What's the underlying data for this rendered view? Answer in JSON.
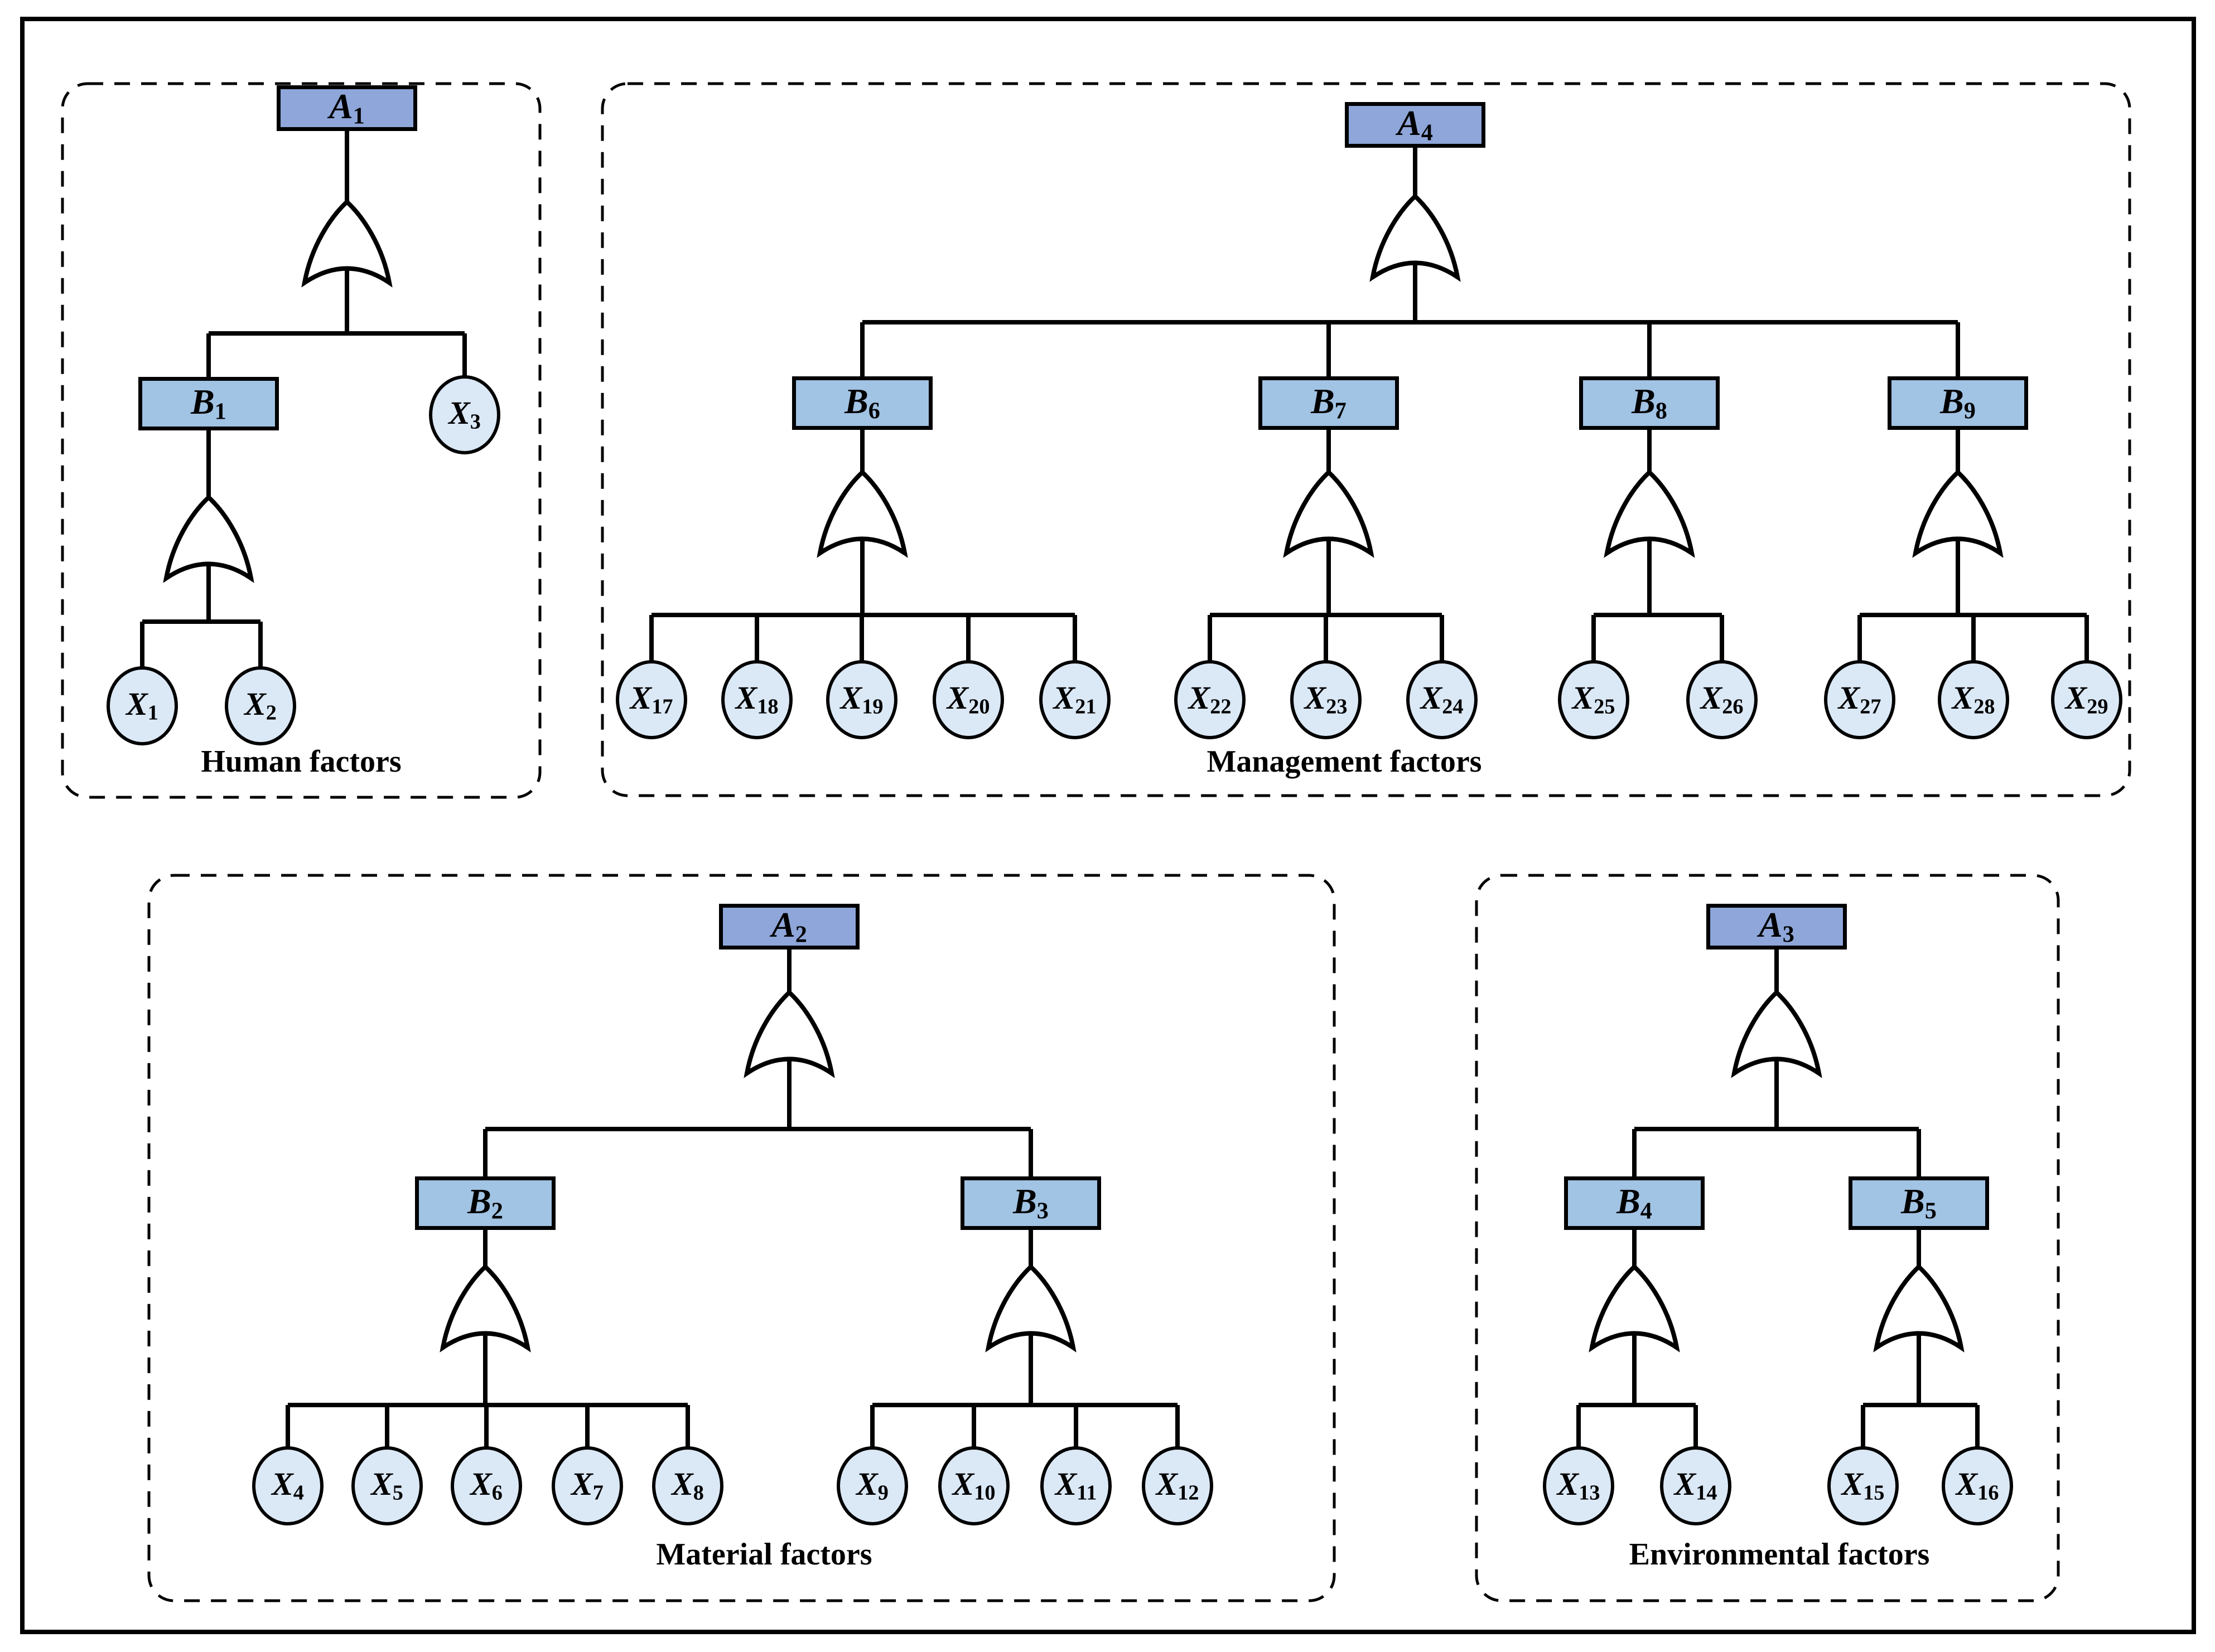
{
  "sections": {
    "human": {
      "label": "Human factors"
    },
    "management": {
      "label": "Management factors"
    },
    "material": {
      "label": "Material factors"
    },
    "environmental": {
      "label": "Environmental factors"
    }
  },
  "nodes": {
    "A1": {
      "main": "A",
      "sub": "1"
    },
    "A2": {
      "main": "A",
      "sub": "2"
    },
    "A3": {
      "main": "A",
      "sub": "3"
    },
    "A4": {
      "main": "A",
      "sub": "4"
    },
    "B1": {
      "main": "B",
      "sub": "1"
    },
    "B2": {
      "main": "B",
      "sub": "2"
    },
    "B3": {
      "main": "B",
      "sub": "3"
    },
    "B4": {
      "main": "B",
      "sub": "4"
    },
    "B5": {
      "main": "B",
      "sub": "5"
    },
    "B6": {
      "main": "B",
      "sub": "6"
    },
    "B7": {
      "main": "B",
      "sub": "7"
    },
    "B8": {
      "main": "B",
      "sub": "8"
    },
    "B9": {
      "main": "B",
      "sub": "9"
    },
    "X1": {
      "main": "X",
      "sub": "1"
    },
    "X2": {
      "main": "X",
      "sub": "2"
    },
    "X3": {
      "main": "X",
      "sub": "3"
    },
    "X4": {
      "main": "X",
      "sub": "4"
    },
    "X5": {
      "main": "X",
      "sub": "5"
    },
    "X6": {
      "main": "X",
      "sub": "6"
    },
    "X7": {
      "main": "X",
      "sub": "7"
    },
    "X8": {
      "main": "X",
      "sub": "8"
    },
    "X9": {
      "main": "X",
      "sub": "9"
    },
    "X10": {
      "main": "X",
      "sub": "10"
    },
    "X11": {
      "main": "X",
      "sub": "11"
    },
    "X12": {
      "main": "X",
      "sub": "12"
    },
    "X13": {
      "main": "X",
      "sub": "13"
    },
    "X14": {
      "main": "X",
      "sub": "14"
    },
    "X15": {
      "main": "X",
      "sub": "15"
    },
    "X16": {
      "main": "X",
      "sub": "16"
    },
    "X17": {
      "main": "X",
      "sub": "17"
    },
    "X18": {
      "main": "X",
      "sub": "18"
    },
    "X19": {
      "main": "X",
      "sub": "19"
    },
    "X20": {
      "main": "X",
      "sub": "20"
    },
    "X21": {
      "main": "X",
      "sub": "21"
    },
    "X22": {
      "main": "X",
      "sub": "22"
    },
    "X23": {
      "main": "X",
      "sub": "23"
    },
    "X24": {
      "main": "X",
      "sub": "24"
    },
    "X25": {
      "main": "X",
      "sub": "25"
    },
    "X26": {
      "main": "X",
      "sub": "26"
    },
    "X27": {
      "main": "X",
      "sub": "27"
    },
    "X28": {
      "main": "X",
      "sub": "28"
    },
    "X29": {
      "main": "X",
      "sub": "29"
    }
  },
  "structure": {
    "gate_type": "OR",
    "human": {
      "top": "A1",
      "edges": {
        "A1": [
          "B1",
          "X3"
        ],
        "B1": [
          "X1",
          "X2"
        ]
      }
    },
    "management": {
      "top": "A4",
      "edges": {
        "A4": [
          "B6",
          "B7",
          "B8",
          "B9"
        ],
        "B6": [
          "X17",
          "X18",
          "X19",
          "X20",
          "X21"
        ],
        "B7": [
          "X22",
          "X23",
          "X24"
        ],
        "B8": [
          "X25",
          "X26"
        ],
        "B9": [
          "X27",
          "X28",
          "X29"
        ]
      }
    },
    "material": {
      "top": "A2",
      "edges": {
        "A2": [
          "B2",
          "B3"
        ],
        "B2": [
          "X4",
          "X5",
          "X6",
          "X7",
          "X8"
        ],
        "B3": [
          "X9",
          "X10",
          "X11",
          "X12"
        ]
      }
    },
    "environmental": {
      "top": "A3",
      "edges": {
        "A3": [
          "B4",
          "B5"
        ],
        "B4": [
          "X13",
          "X14"
        ],
        "B5": [
          "X15",
          "X16"
        ]
      }
    }
  },
  "colors": {
    "top_event_fill": "#8EA6D9",
    "intermediate_fill": "#A1C3E4",
    "basic_event_fill": "#DBE8F6",
    "line": "#000000",
    "background": "#FFFFFF"
  }
}
